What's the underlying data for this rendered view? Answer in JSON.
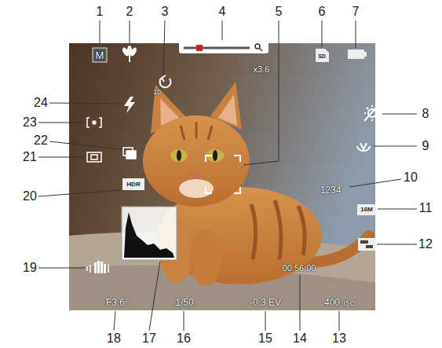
{
  "diagram": {
    "labels": [
      "1",
      "2",
      "3",
      "4",
      "5",
      "6",
      "7",
      "8",
      "9",
      "10",
      "11",
      "12",
      "13",
      "14",
      "15",
      "16",
      "17",
      "18",
      "19",
      "20",
      "21",
      "22",
      "23",
      "24",
      "M",
      "10",
      "x3.6",
      "SD",
      "1234",
      "16M",
      "00:56:00",
      "F3.6",
      "1/50",
      "-0.3 EV",
      "400",
      "ISO",
      "HDR"
    ]
  }
}
